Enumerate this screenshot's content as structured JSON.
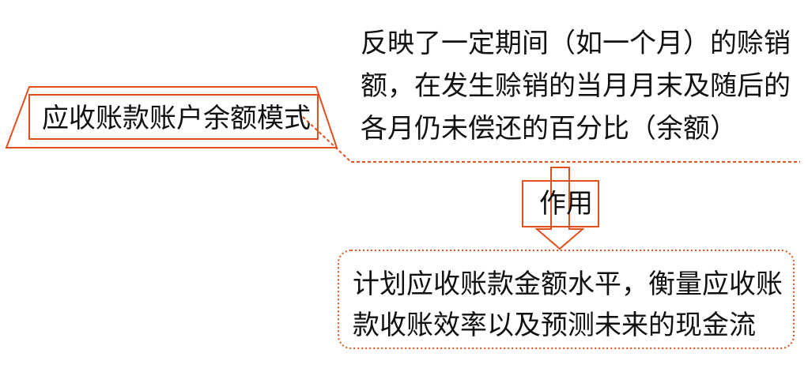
{
  "title": "应收账款账户余额模式",
  "description_lines": [
    "反映了一定期间（如一个月）的赊销",
    "额，在发生赊销的当月月末及随后的",
    "各月仍未偿还的百分比（余额）"
  ],
  "relation_label": "作用",
  "purpose_lines": [
    "计划应收账款金额水平，衡量应收账",
    "款收账效率以及预测未来的现金流"
  ],
  "colors": {
    "accent": "#e2501b",
    "text": "#111111",
    "background": "#ffffff"
  }
}
